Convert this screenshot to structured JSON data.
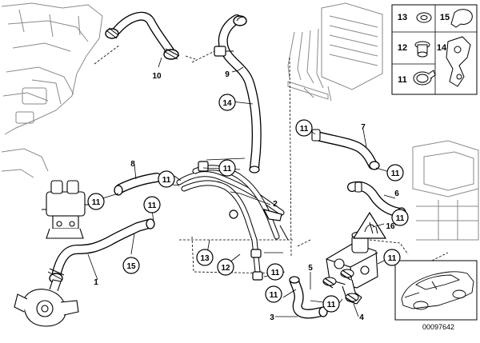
{
  "diagram": {
    "part_number": "00097642",
    "callout_labels": {
      "c1": "1",
      "c2": "2",
      "c3": "3",
      "c4": "4",
      "c5": "5",
      "c6": "6",
      "c7": "7",
      "c8": "8",
      "c9": "9",
      "c10": "10",
      "c12": "12",
      "c13": "13",
      "c14": "14",
      "c15": "15",
      "c16": "16"
    },
    "circle_labels": {
      "e14": "14",
      "e11a": "11",
      "e11b": "11",
      "e11c": "11",
      "e11d": "11",
      "e11e": "11",
      "e11f": "11",
      "e11g": "11",
      "e11h": "11",
      "e11i": "11",
      "e11j": "11",
      "e11k": "11",
      "e13": "13",
      "e12": "12",
      "e15": "15"
    },
    "legend": {
      "n13": "13",
      "n15": "15",
      "n12": "12",
      "n14": "14",
      "n11": "11"
    }
  },
  "colors": {
    "line": "#000000",
    "engine_line": "#8a8a8a",
    "background": "#ffffff"
  }
}
